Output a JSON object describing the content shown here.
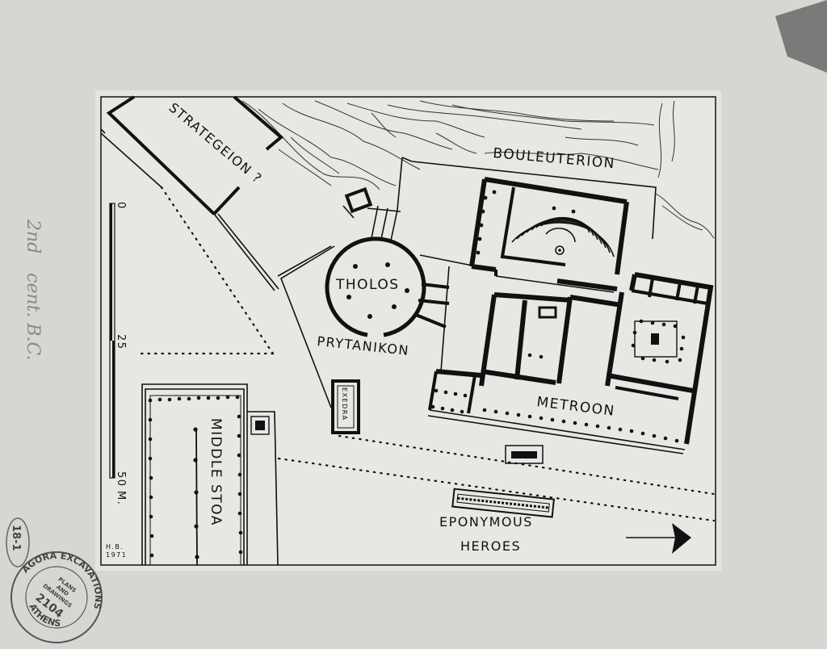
{
  "labels": {
    "strategeion": "STRATEGEION ?",
    "bouleuterion": "BOULEUTERION",
    "tholos": "THOLOS",
    "prytanikon": "PRYTANIKON",
    "exedra": "EXEDRA",
    "metroon": "METROON",
    "middle_stoa": "MIDDLE STOA",
    "eponymous": "EPONYMOUS",
    "heroes": "HEROES"
  },
  "scale": {
    "tick_0": "0",
    "tick_25": "25",
    "tick_50": "50",
    "unit": "M.",
    "range_m": [
      0,
      50
    ]
  },
  "credit": {
    "initials": "H.B.",
    "year": "1971"
  },
  "handwriting": {
    "line1": "2nd",
    "line2": "cent. B.C."
  },
  "catalog": {
    "mark": "18-1"
  },
  "stamp": {
    "ring_top": "AGORA EXCAVATIONS",
    "ring_bottom": "ATHENS",
    "inner1": "PLANS",
    "inner2": "AND",
    "inner3": "DRAWINGS",
    "number": "2104"
  },
  "north_arrow": "arrow-right-icon",
  "colors": {
    "paper": "#d9d9d7",
    "sheet": "#e6e6e3",
    "ink": "#111111"
  }
}
